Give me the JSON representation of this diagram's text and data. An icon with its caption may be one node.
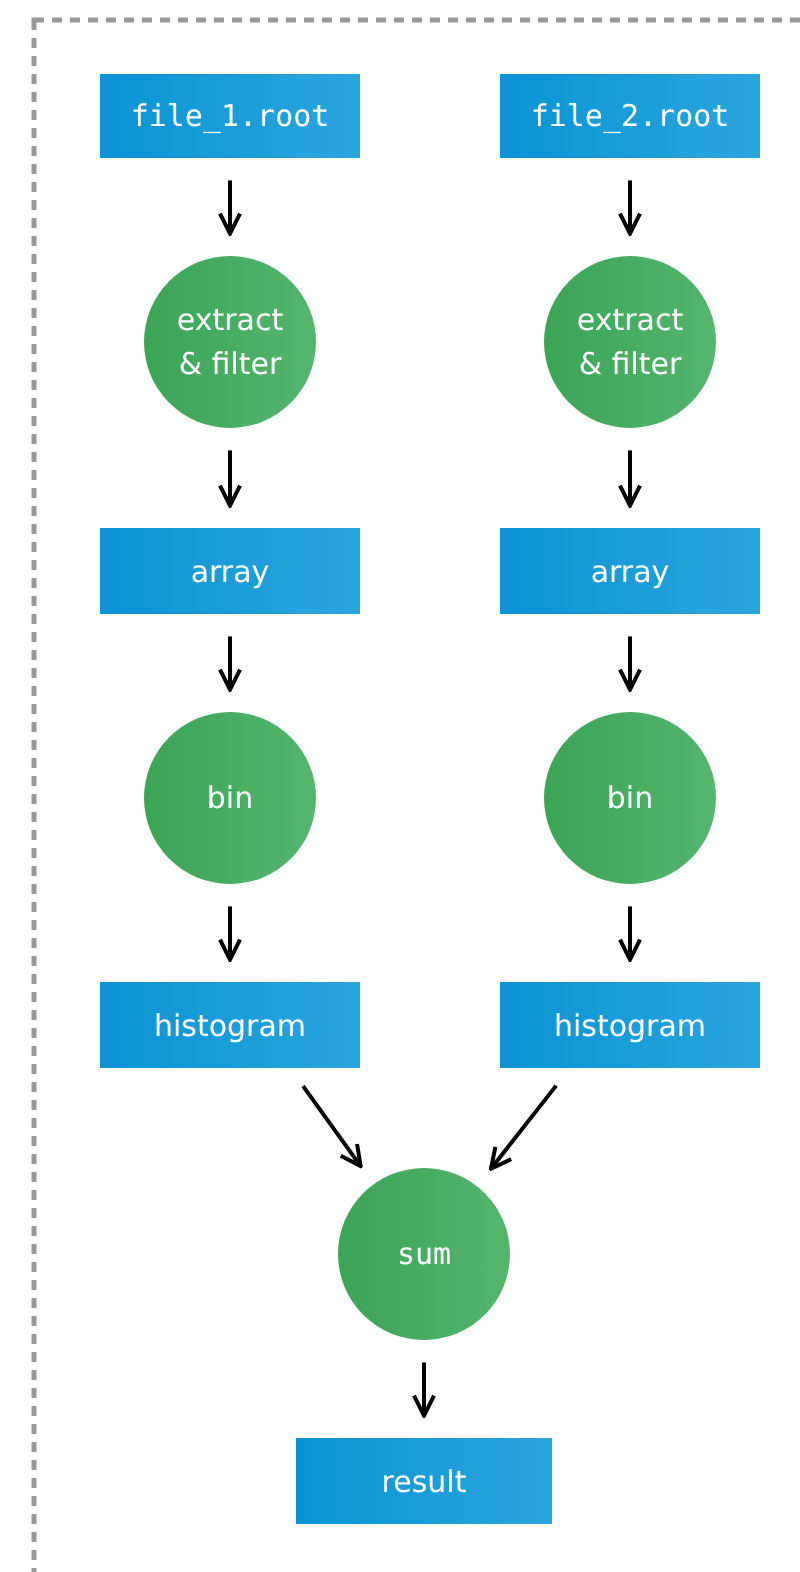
{
  "diagram": {
    "nodes": [
      {
        "text": [
          "file_1.root"
        ]
      },
      {
        "text": [
          "file_2.root"
        ]
      },
      {
        "text": [
          "extract & filter"
        ]
      },
      {
        "text": [
          "extract & filter"
        ]
      },
      {
        "text": [
          "array"
        ]
      },
      {
        "text": [
          "array"
        ]
      },
      {
        "text": [
          "bin"
        ]
      },
      {
        "text": [
          "bin"
        ]
      },
      {
        "text": [
          "histogram"
        ]
      },
      {
        "text": [
          "histogram"
        ]
      },
      {
        "text": [
          "sum"
        ]
      },
      {
        "text": [
          "result"
        ]
      }
    ],
    "edges": [
      {
        "from": 0,
        "to": 2,
        "arrow": "to"
      },
      {
        "from": 1,
        "to": 3,
        "arrow": "to"
      },
      {
        "from": 2,
        "to": 4,
        "arrow": "to"
      },
      {
        "from": 3,
        "to": 5,
        "arrow": "to"
      },
      {
        "from": 4,
        "to": 6,
        "arrow": "to"
      },
      {
        "from": 5,
        "to": 7,
        "arrow": "to"
      },
      {
        "from": 6,
        "to": 8,
        "arrow": "to"
      },
      {
        "from": 7,
        "to": 9,
        "arrow": "to"
      },
      {
        "from": 8,
        "to": 10,
        "arrow": "to"
      },
      {
        "from": 9,
        "to": 10,
        "arrow": "to"
      },
      {
        "from": 10,
        "to": 11,
        "arrow": "to"
      }
    ]
  }
}
